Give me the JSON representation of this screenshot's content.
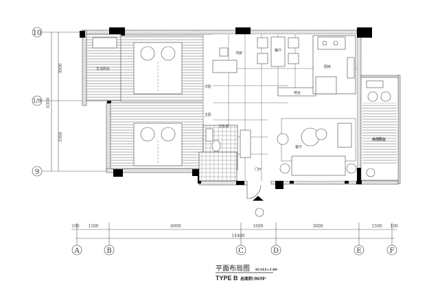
{
  "title": "平面布局图",
  "scale": "SCALE=1:60",
  "type_label": "TYPE B",
  "area": "总面积:96M²",
  "rooms": {
    "utility_balcony": "生活阳台",
    "study": "书房",
    "dining": "餐厅",
    "kitchen": "厨房",
    "second_bedroom": "次卧",
    "master_bedroom": "主卧",
    "bathroom": "卫生间",
    "bar": "吧台",
    "living": "客厅",
    "foyer": "门厅",
    "leisure_balcony": "休闲阳台"
  },
  "row_axes": [
    "10",
    "1/9",
    "9"
  ],
  "row_dims": [
    "3000",
    "6300",
    "3300"
  ],
  "col_axes": [
    "A",
    "B",
    "C",
    "D",
    "E",
    "F"
  ],
  "col_dims": [
    "100",
    "1500",
    "6000",
    "1600",
    "3000",
    "1500",
    "100"
  ],
  "total_dim": "14400"
}
